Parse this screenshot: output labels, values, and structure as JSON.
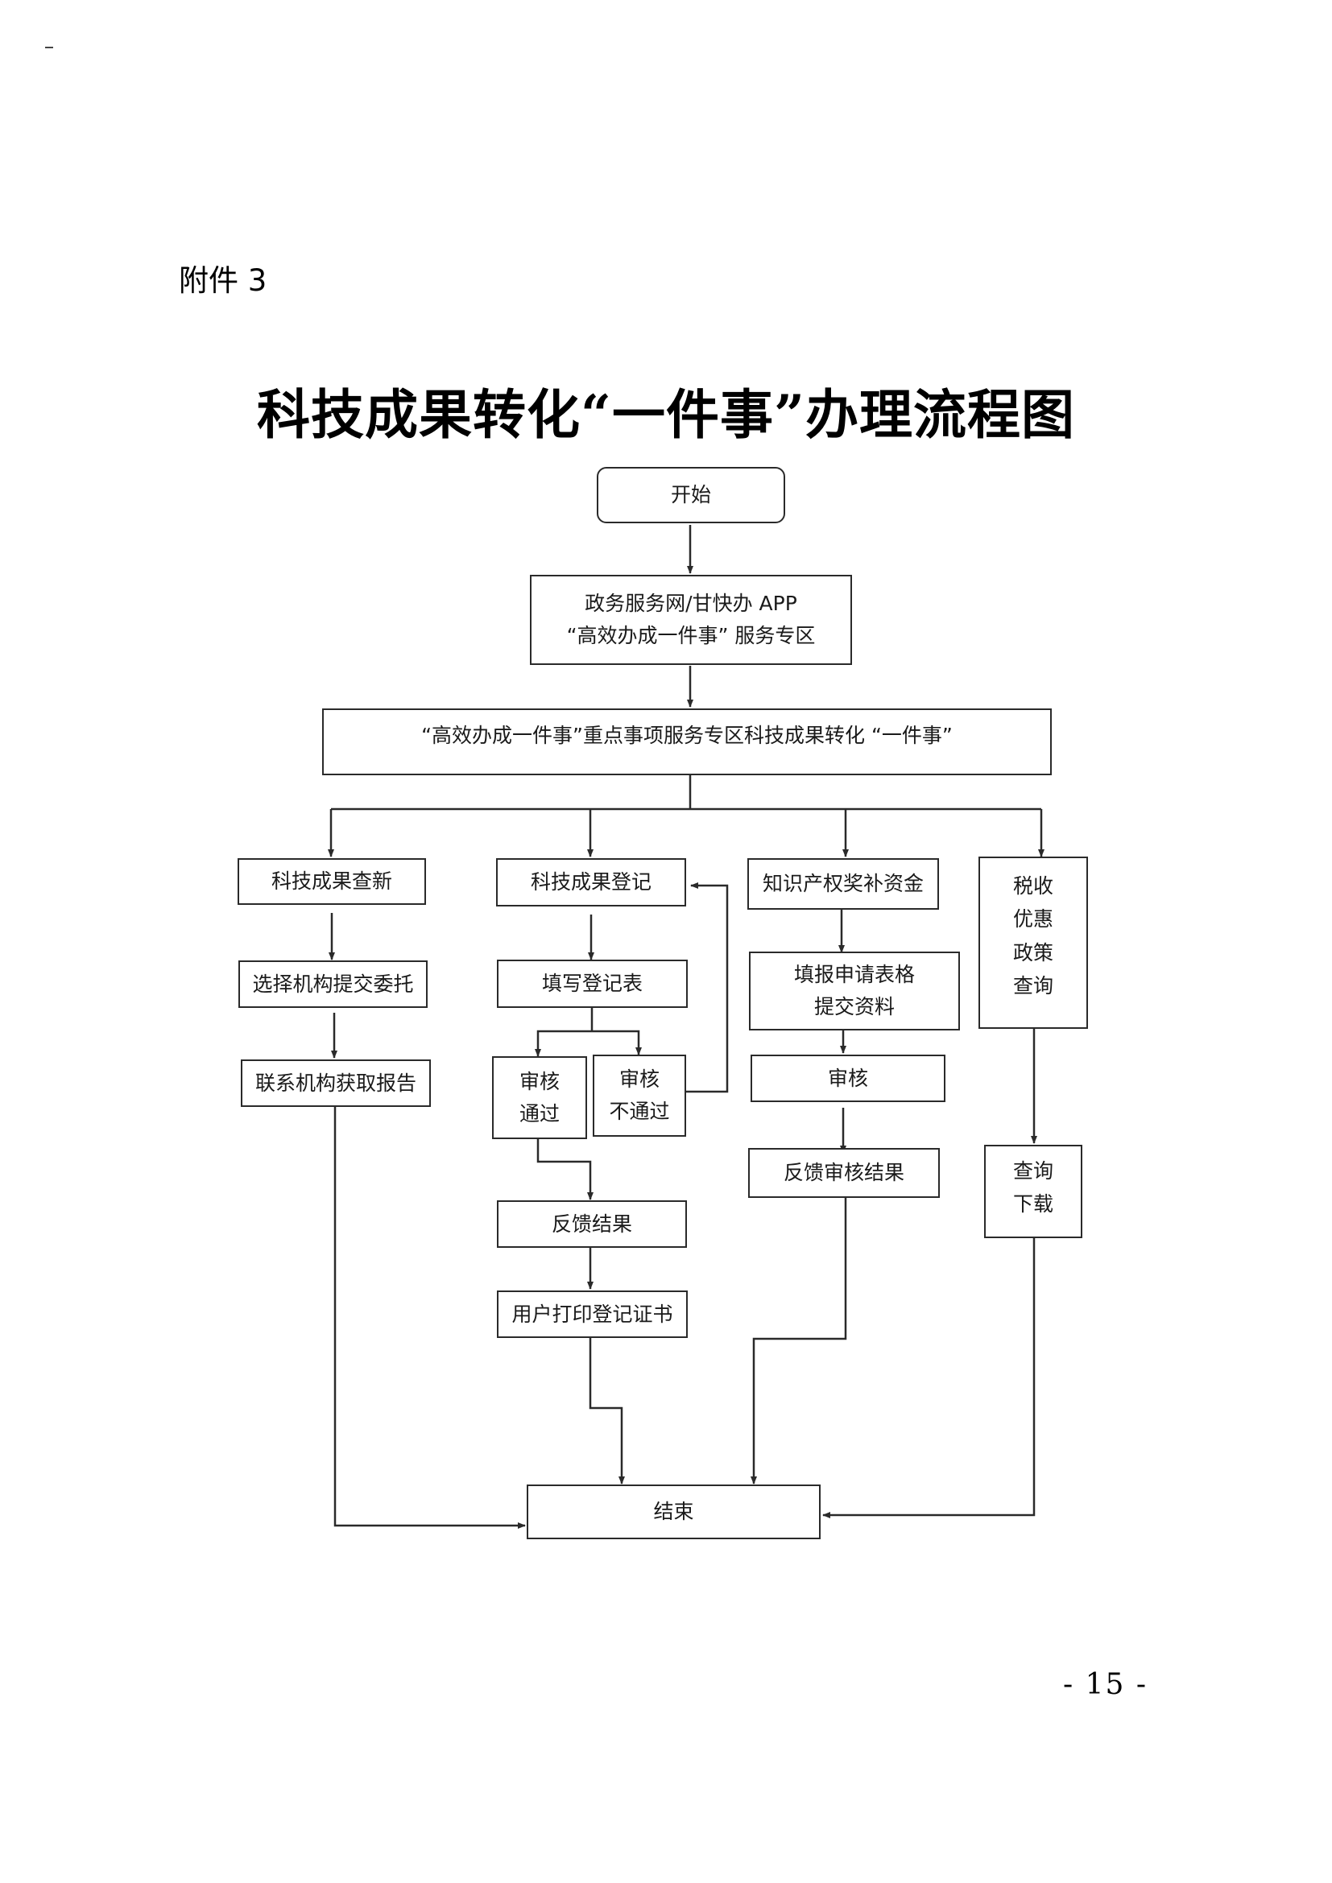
{
  "document": {
    "attachment_label": "附件 3",
    "title": "科技成果转化“一件事”办理流程图",
    "page_number": "- 15 -"
  },
  "flowchart": {
    "start": "开始",
    "portal": "政务服务网/甘快办 APP\n“高效办成一件事” 服务专区",
    "service_zone": "“高效办成一件事”重点事项服务专区科技成果转化 “一件事”",
    "branches": {
      "novelty_search": {
        "header": "科技成果查新",
        "step1": "选择机构提交委托",
        "step2": "联系机构获取报告"
      },
      "registration": {
        "header": "科技成果登记",
        "step1": "填写登记表",
        "review_pass": "审核\n通过",
        "review_fail": "审核\n不通过",
        "feedback": "反馈结果",
        "print": "用户打印登记证书"
      },
      "ip_subsidy": {
        "header": "知识产权奖补资金",
        "step1": "填报申请表格\n提交资料",
        "review": "审核",
        "feedback": "反馈审核结果"
      },
      "tax_policy": {
        "header": "税收\n优惠\n政策\n查询",
        "step1": "查询\n下载"
      }
    },
    "end": "结束"
  }
}
